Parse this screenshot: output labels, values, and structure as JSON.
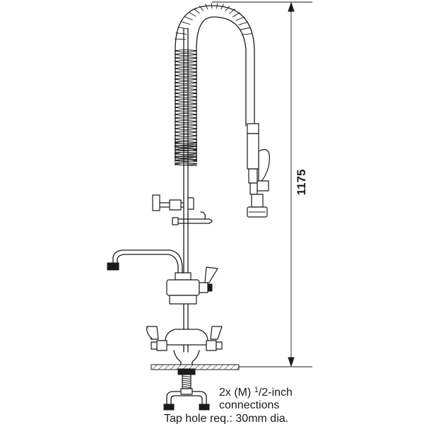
{
  "dimension": {
    "height_label": "1175"
  },
  "note": {
    "connections_prefix": "2x (M) ",
    "connections_fraction_num": "1",
    "connections_fraction_den": "2",
    "connections_suffix": "-inch",
    "connections_line2": "connections",
    "tap_hole": "Tap hole req.: 30mm dia."
  }
}
